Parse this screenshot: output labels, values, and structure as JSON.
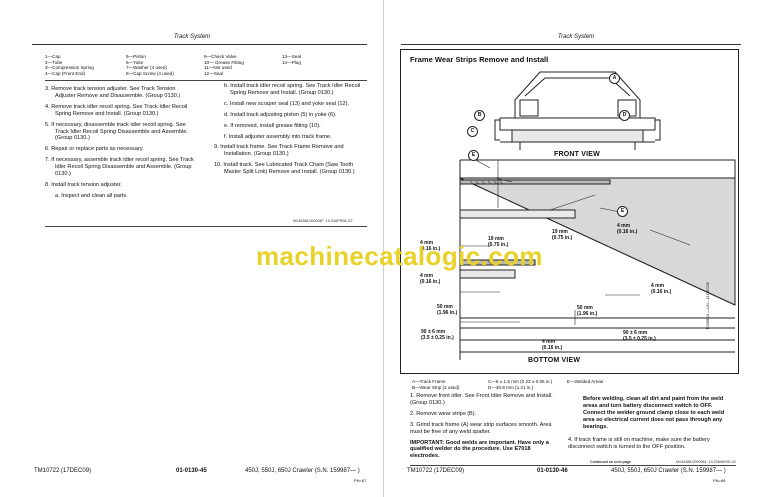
{
  "left_page": {
    "header": "Track System",
    "legend": {
      "col1": [
        "1—Cap",
        "2—Tube",
        "3—Compression Spring",
        "4—Cap (Front End)"
      ],
      "col2": [
        "5—Piston",
        "6—Yoke",
        "7—Washer (4 used)",
        "8—Cap Screw (4 used)"
      ],
      "col3": [
        "9—Check Valve",
        "10— Grease Fitting",
        "11—Not used",
        "12—Seal"
      ],
      "col4": [
        "13—Seal",
        "14—Plug"
      ]
    },
    "steps_left": [
      "3.  Remove track tension adjuster. See Track Tension Adjuster Remove and Disassemble. (Group 0130.)",
      "4.  Remove track idler recoil spring. See Track Idler Recoil Spring Remove and Install. (Group 0130.)",
      "5.  If necessary, disassemble track idler recoil spring. See Track Idler Recoil Spring Disassemble and Assemble. (Group 0130.)",
      "6.  Repair or replace parts as necessary.",
      "7.  If necessary, assemble track idler recoil spring. See Track Idler Recoil Spring Disassemble and Assemble. (Group 0130.)",
      "8.  Install track tension adjuster."
    ],
    "sub_a": "a. Inspect and clean all parts.",
    "steps_right": [
      "b. Install track idler recoil spring. See Track Idler Recoil Spring Remove and Install. (Group 0130.)",
      "c. Install new scraper seal (13) and yoke seal (12).",
      "d. Install track adjusting piston (5) in yoke (6).",
      "e. If removed, install grease fitting (10).",
      "f. Install adjuster assembly into track frame.",
      "9.  Install track frame. See Track Frame Remove and Installation. (Group 0130.)",
      "10. Install track. See Lubricated Track Chain (Saw Tooth Master Split Link) Remove and Install. (Group 0130.)"
    ],
    "doc_code": "MX46388,000005F -19-03APR08-2/2",
    "footer_left": "TM10722 (17DEC09)",
    "footer_center": "01-0130-45",
    "footer_right": "450J, 550J, 650J Crawler (S.N. 159987— )",
    "footer_sub": "PN=67"
  },
  "right_page": {
    "header": "Track System",
    "title": "Frame Wear Strips Remove and Install",
    "front_view": "FRONT VIEW",
    "bottom_view": "BOTTOM VIEW",
    "callouts": [
      "A",
      "B",
      "C",
      "D",
      "E",
      "E"
    ],
    "measurements": {
      "m19a": "19 mm",
      "m19a_in": "(0.75 in.)",
      "m19b": "19 mm",
      "m19b_in": "(0.75 in.)",
      "m4a": "4 mm",
      "m4a_in": "(0.16 in.)",
      "m4b": "4 mm",
      "m4b_in": "(0.16 in.)",
      "m4c": "4 mm",
      "m4c_in": "(0.16 in.)",
      "m4d": "4 mm",
      "m4d_in": "(0.16 in.)",
      "m4e": "4 mm",
      "m4e_in": "(0.16 in.)",
      "m50a": "50 mm",
      "m50a_in": "(1.96 in.)",
      "m50b": "50 mm",
      "m50b_in": "(1.96 in.)",
      "m90a": "90 ± 6 mm",
      "m90a_in": "(3.5 ± 0.25 in.)",
      "m90b": "90 ± 6 mm",
      "m90b_in": "(3.5 ± 0.25 in.)"
    },
    "fig_id": "T236884 —UN—11DEC08",
    "legend": {
      "col1": [
        "A—Track Frame",
        "B—Wear Strip (2 used)"
      ],
      "col2": [
        "C—6 ± 1.5 mm (0.23 ± 0.06 in.)",
        "D—30.8 mm (1.21 in.)"
      ],
      "col3": [
        "E—Welded Areas"
      ]
    },
    "steps": [
      "1.  Remove front idler. See Front Idler Remove and Install. (Group 0130.)",
      "2.  Remove wear strips (B).",
      "3.  Grind track frame (A) wear strip surfaces smooth. Area must be free of any weld spatter."
    ],
    "important": "IMPORTANT: Good welds are important. Have only a qualified welder do the procedure. Use E7018 electrodes.",
    "warning": "Before welding, clean all dirt and paint from the weld areas and turn battery disconnect switch to OFF. Connect the welder ground clamp close to each weld area so electrical current does not pass through any bearings.",
    "step4": "4.  If track frame is still on machine, make sure the battery disconnect switch is turned to the OFF position.",
    "continued": "Continued on next page",
    "doc_code": "MX46388,0000084 -19-23MAR09-1/2",
    "footer_left": "TM10722 (17DEC09)",
    "footer_center": "01-0130-46",
    "footer_right": "450J, 550J, 650J Crawler (S.N. 159987— )",
    "footer_sub": "PN=68"
  },
  "watermark": "machinecatalogic.com"
}
